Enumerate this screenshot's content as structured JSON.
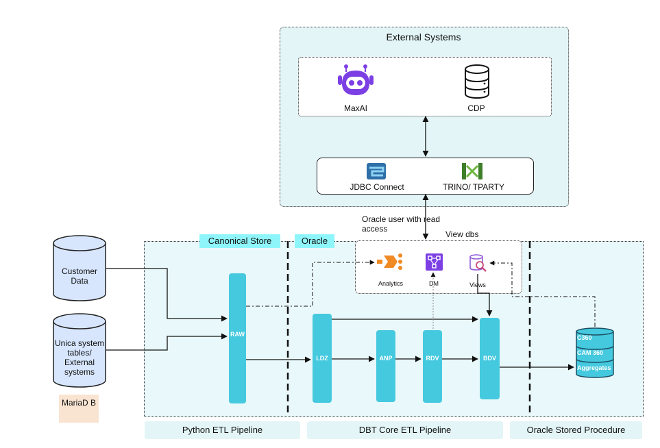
{
  "external": {
    "title": "External Systems",
    "maxai": "MaxAI",
    "cdp": "CDP",
    "jdbc": "JDBC Connect",
    "trino": "TRINO/ TPARTY"
  },
  "access_note": "Oracle user with read access",
  "view_dbs": "View dbs",
  "tags": {
    "canonical": "Canonical Store",
    "oracle": "Oracle"
  },
  "sources": {
    "customer": "Customer Data",
    "unica": "Unica system tables/ External systems",
    "mariadb": "MariaD B"
  },
  "views_box": {
    "analytics": "Analytics",
    "dm": "DM",
    "views": "Views"
  },
  "stages": {
    "raw": "RAW",
    "ldz": "LDZ",
    "anp": "ANP",
    "rdv": "RDV",
    "bdv": "BDV"
  },
  "outputs": {
    "c360": "C360",
    "cam360": "CAM 360",
    "aggregates": "Aggregates"
  },
  "footers": {
    "python": "Python ETL Pipeline",
    "dbt": "DBT Core ETL Pipeline",
    "oracle_sp": "Oracle Stored Procedure"
  },
  "colors": {
    "stage": "#45c9df",
    "tag": "#8ef6fb",
    "zone": "#e9f8fa",
    "database": "#d7e6fd",
    "robot": "#7b3fe4"
  }
}
